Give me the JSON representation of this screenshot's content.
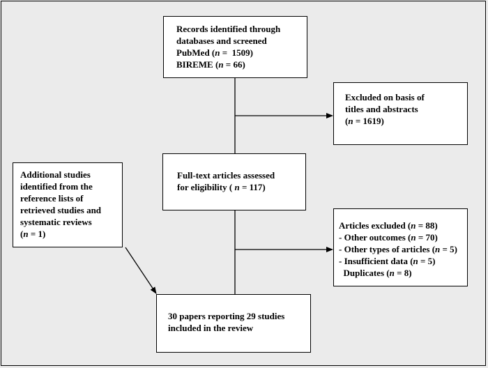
{
  "boxes": {
    "identified": {
      "lines": [
        {
          "pre": "Records identified through",
          "n": "",
          "post": ""
        },
        {
          "pre": "databases and screened",
          "n": "",
          "post": ""
        },
        {
          "pre": "PubMed (",
          "n": "n",
          "post": " =  1509)"
        },
        {
          "pre": "BIREME (",
          "n": "n",
          "post": " = 66)"
        }
      ]
    },
    "excluded_titles": {
      "lines": [
        {
          "pre": "Excluded on basis of",
          "n": "",
          "post": ""
        },
        {
          "pre": "titles and abstracts",
          "n": "",
          "post": ""
        },
        {
          "pre": "(",
          "n": "n",
          "post": " = 1619)"
        }
      ]
    },
    "fulltext": {
      "lines": [
        {
          "pre": "Full-text articles assessed",
          "n": "",
          "post": ""
        },
        {
          "pre": "for eligibility ( ",
          "n": "n",
          "post": " = 117)"
        }
      ]
    },
    "additional": {
      "lines": [
        {
          "pre": "Additional studies",
          "n": "",
          "post": ""
        },
        {
          "pre": "identified from the",
          "n": "",
          "post": ""
        },
        {
          "pre": "reference lists of",
          "n": "",
          "post": ""
        },
        {
          "pre": "retrieved studies and",
          "n": "",
          "post": ""
        },
        {
          "pre": "systematic reviews",
          "n": "",
          "post": ""
        },
        {
          "pre": "(",
          "n": "n",
          "post": " = 1)"
        }
      ]
    },
    "excluded_articles": {
      "lines": [
        {
          "pre": "Articles excluded (",
          "n": "n",
          "post": " = 88)"
        },
        {
          "pre": "- Other outcomes (",
          "n": "n",
          "post": " = 70)"
        },
        {
          "pre": "- Other types of articles (",
          "n": "n",
          "post": " = 5)"
        },
        {
          "pre": "- Insufficient data (",
          "n": "n",
          "post": " = 5)"
        },
        {
          "pre": "  Duplicates (",
          "n": "n",
          "post": " = 8)"
        }
      ]
    },
    "included": {
      "lines": [
        {
          "pre": "30 papers reporting 29 studies",
          "n": "",
          "post": ""
        },
        {
          "pre": "included in the review",
          "n": "",
          "post": ""
        }
      ]
    }
  }
}
